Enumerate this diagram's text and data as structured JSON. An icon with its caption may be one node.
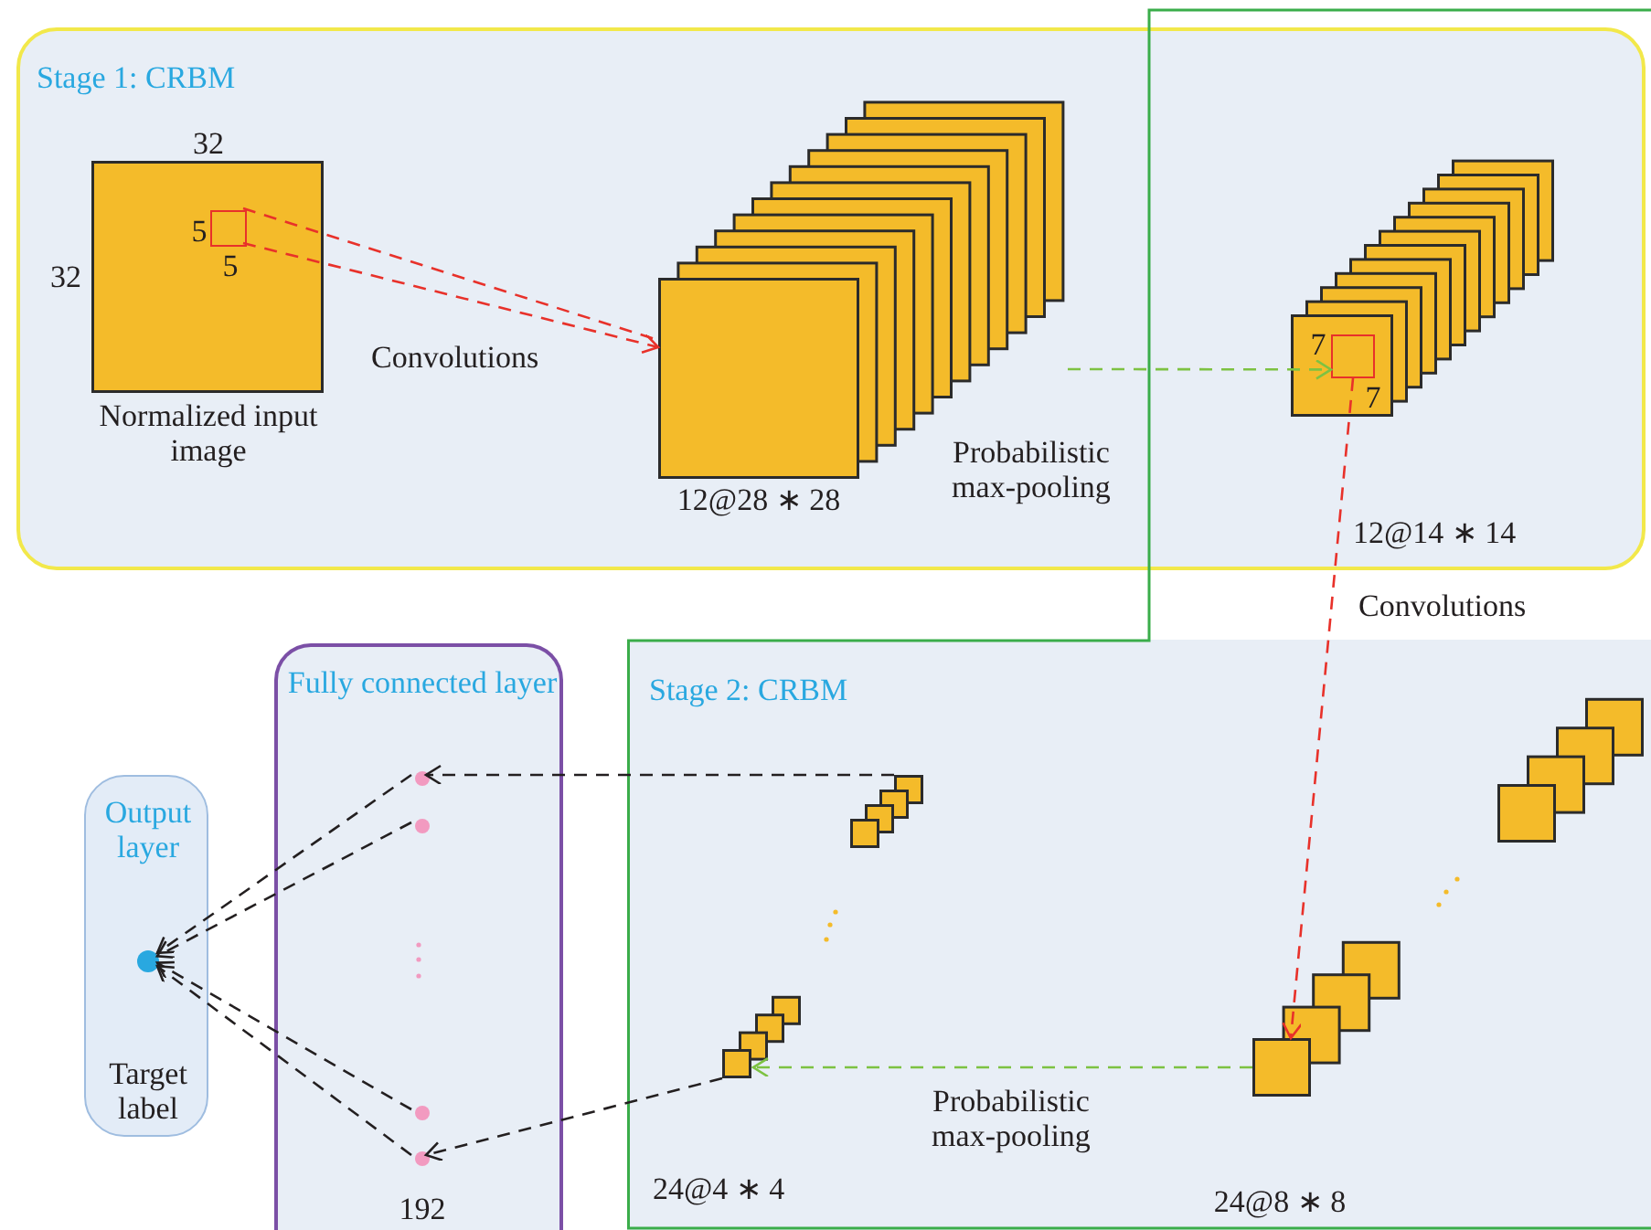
{
  "diagram": {
    "nodes": [
      {
        "text": [
          "Stage 1: CRBM"
        ]
      },
      {
        "text": [
          "Normalized input image"
        ],
        "in": 0,
        "beside": [
          "32",
          "32"
        ]
      },
      {
        "text": [],
        "shape": "box",
        "in": 1,
        "beside": [
          "5",
          "5"
        ]
      },
      {
        "text": [
          "12@28 ∗ 28"
        ]
      },
      {
        "text": [
          "12@14 ∗ 14"
        ]
      },
      {
        "text": [],
        "shape": "box",
        "in": 4,
        "beside": [
          "7",
          "7"
        ]
      },
      {
        "text": [
          "Stage 2: CRBM"
        ]
      },
      {
        "text": [],
        "shape": "box",
        "in": 6
      },
      {
        "text": [
          "24@8 ∗ 8"
        ],
        "in": 6
      },
      {
        "text": [],
        "shape": "box",
        "in": 6
      },
      {
        "text": [
          "24@4 ∗ 4"
        ],
        "in": 6
      },
      {
        "text": [
          "Fully connected layer",
          "192"
        ]
      },
      {
        "text": [],
        "shape": "circle",
        "in": 11
      },
      {
        "text": [],
        "shape": "circle",
        "in": 11
      },
      {
        "text": [],
        "shape": "circle",
        "in": 11
      },
      {
        "text": [],
        "shape": "circle",
        "in": 11
      },
      {
        "text": [
          "Output layer",
          "Target label"
        ]
      },
      {
        "text": [],
        "shape": "circle",
        "in": 16
      }
    ],
    "edges": [
      {
        "from": 2,
        "to": 3,
        "arrow": "to",
        "label": "Convolutions",
        "style": "dashed",
        "color": "#e8312a"
      },
      {
        "from": 3,
        "to": 5,
        "arrow": "to",
        "label": "Probabilistic max-pooling",
        "style": "dashed",
        "color": "#7dc242"
      },
      {
        "from": 5,
        "to": 8,
        "arrow": "to",
        "label": "Convolutions",
        "style": "dashed",
        "color": "#e8312a"
      },
      {
        "from": 8,
        "to": 10,
        "arrow": "to",
        "label": "Probabilistic max-pooling",
        "style": "dashed",
        "color": "#7dc242"
      },
      {
        "from": 9,
        "to": 12,
        "arrow": "to",
        "style": "dashed"
      },
      {
        "from": 10,
        "to": 15,
        "arrow": "to",
        "style": "dashed"
      },
      {
        "from": 12,
        "to": 17,
        "arrow": "to",
        "style": "dashed"
      },
      {
        "from": 13,
        "to": 17,
        "arrow": "to",
        "style": "dashed"
      },
      {
        "from": 14,
        "to": 17,
        "arrow": "to",
        "style": "dashed"
      },
      {
        "from": 15,
        "to": 17,
        "arrow": "to",
        "style": "dashed"
      }
    ]
  }
}
